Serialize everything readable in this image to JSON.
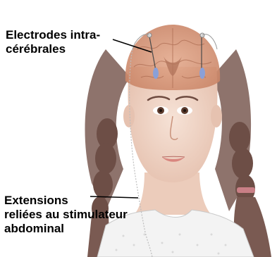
{
  "labels": {
    "top": [
      "Electrodes intra-",
      "cérébrales"
    ],
    "bottom": [
      "Extensions",
      "reliées  au stimulateur",
      "abdominal"
    ]
  },
  "colors": {
    "skin": "#f1d6c8",
    "hair": "#7a5a52",
    "brain": "#d99a7c",
    "electrode": "#8aa0d8"
  }
}
